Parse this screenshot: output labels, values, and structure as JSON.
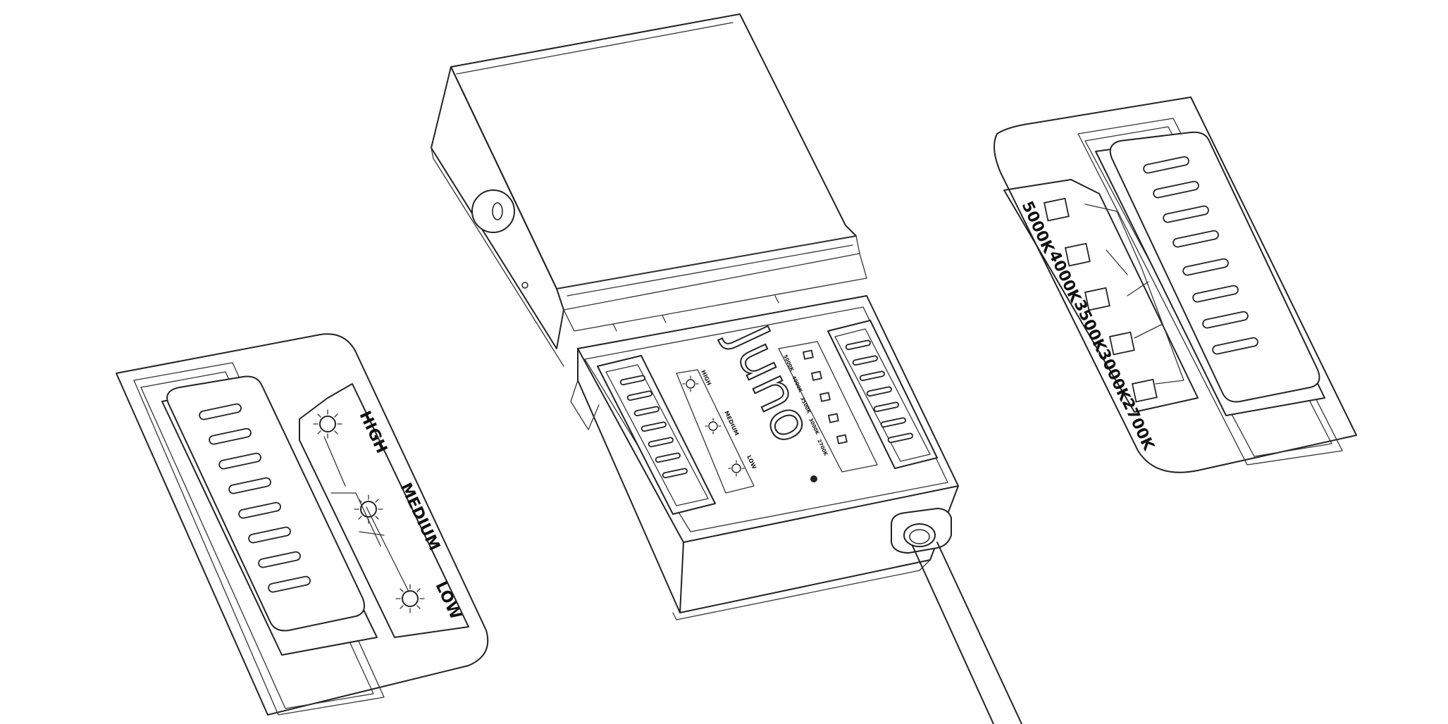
{
  "brand": {
    "logo_text": "Juno"
  },
  "brightness_switch": {
    "labels": [
      "HIGH",
      "MEDIUM",
      "LOW"
    ],
    "small_labels": [
      "HIGH",
      "MEDIUM",
      "LOW"
    ]
  },
  "cct_switch": {
    "labels": [
      "5000K",
      "4000K",
      "3500K",
      "3000K",
      "2700K"
    ],
    "small_labels": [
      "5000K",
      "4000K",
      "3500K",
      "3000K",
      "2700K"
    ]
  },
  "colors": {
    "line": "#222222",
    "background": "#ffffff"
  }
}
